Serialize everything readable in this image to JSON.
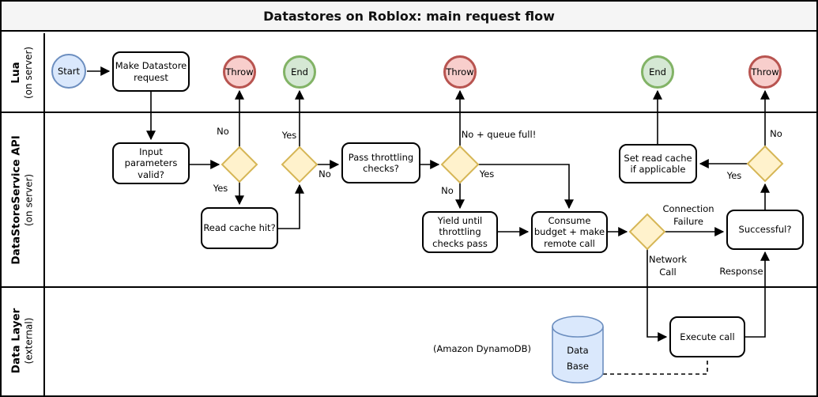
{
  "title": "Datastores on Roblox: main request flow",
  "lanes": [
    {
      "name": "Lua",
      "sub": "(on server)"
    },
    {
      "name": "DataStoreService API",
      "sub": "(on server)"
    },
    {
      "name": "Data Layer",
      "sub": "(external)"
    }
  ],
  "nodes": {
    "start": "Start",
    "throw1": "Throw",
    "end1": "End",
    "throw2": "Throw",
    "end2": "End",
    "throw3": "Throw",
    "make_request": [
      "Make Datastore",
      "request"
    ],
    "input_valid": [
      "Input",
      "parameters",
      "valid?"
    ],
    "read_cache_hit": [
      "Read cache hit?"
    ],
    "pass_throttling": [
      "Pass throttling",
      "checks?"
    ],
    "yield_until": [
      "Yield until",
      "throttling",
      "checks pass"
    ],
    "consume_budget": [
      "Consume",
      "budget + make",
      "remote call"
    ],
    "set_read_cache": [
      "Set read cache",
      "if applicable"
    ],
    "successful": [
      "Successful?"
    ],
    "execute_call": [
      "Execute call"
    ],
    "database": [
      "Data",
      "Base"
    ],
    "dynamodb_note": "(Amazon DynamoDB)"
  },
  "edge_labels": {
    "no_input_invalid": "No",
    "yes_input_valid": "Yes",
    "yes_cache_hit": "Yes",
    "no_cache_miss": "No",
    "no_queue_full": "No + queue full!",
    "yes_throttle_pass": "Yes",
    "no_throttle_fail": "No",
    "connection_failure": [
      "Connection",
      "Failure"
    ],
    "network_call": [
      "Network",
      "Call"
    ],
    "response": "Response",
    "no_unsuccessful": "No",
    "yes_successful": "Yes"
  },
  "colors": {
    "title_bg": "#f5f5f5",
    "start_fill": "#dae8fc",
    "start_stroke": "#6c8ebf",
    "throw_fill": "#f8cecc",
    "throw_stroke": "#b85450",
    "end_fill": "#d5e8d4",
    "end_stroke": "#82b366",
    "decision_fill": "#fff2cc",
    "decision_stroke": "#d6b656",
    "database_fill": "#dae8fc",
    "database_stroke": "#6c8ebf",
    "line": "#000000"
  }
}
